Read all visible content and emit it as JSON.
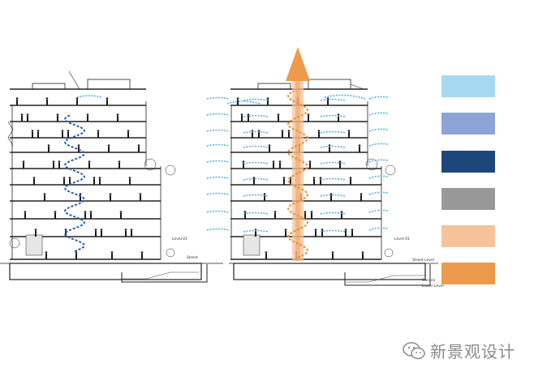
{
  "legend": {
    "swatches": [
      {
        "name": "light-blue",
        "color": "#a6d8f2"
      },
      {
        "name": "periwinkle",
        "color": "#8da3d6"
      },
      {
        "name": "navy",
        "color": "#1d477c"
      },
      {
        "name": "gray",
        "color": "#989898"
      },
      {
        "name": "light-orange",
        "color": "#f4c39b"
      },
      {
        "name": "orange",
        "color": "#ec9a4d"
      }
    ]
  },
  "section_right": {
    "level_label": "Level 01",
    "street_label": "Street Level",
    "garden_label": "Garden",
    "lower_label": "Lower Level"
  },
  "section_left": {
    "level_label": "Level 01",
    "street_label": "Street"
  },
  "colors": {
    "airflow_blue": "#5aaee6",
    "stack_orange": "#ee9a4a",
    "building_line": "#222222"
  },
  "watermark": {
    "icon": "wechat-icon",
    "text": "新景观设计"
  }
}
